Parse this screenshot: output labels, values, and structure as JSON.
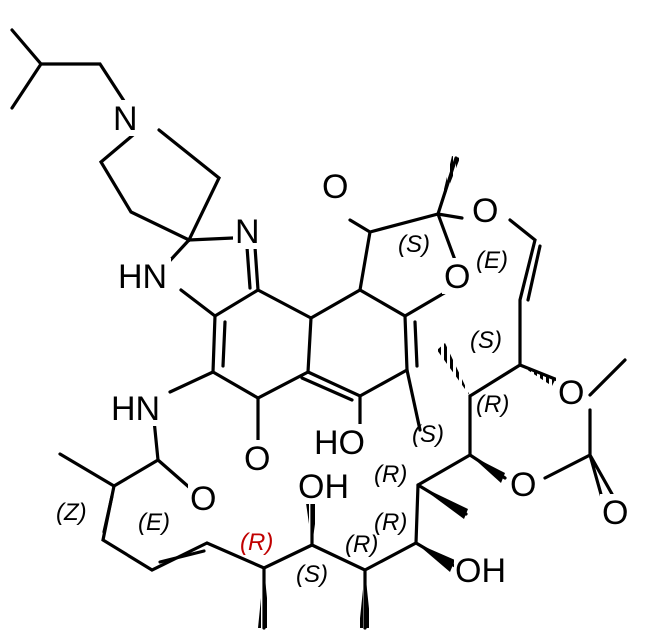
{
  "colors": {
    "ink": "#000000",
    "highlight_descriptor": "#c00000",
    "background": "#ffffff"
  },
  "atoms": {
    "n_piperidine": "N",
    "n_imine": "N",
    "hn_ring": "HN",
    "o_ketone_top": "O",
    "o_ether_top": "O",
    "o_furan": "O",
    "hn_amide": "HN",
    "o_quinone": "O",
    "oh_phenol": "HO",
    "oh_upper": "OH",
    "oh_lower": "OH",
    "o_amide": "O",
    "o_methoxy": "O",
    "o_acetate_ester": "O",
    "o_acetate_carbonyl": "O"
  },
  "stereo": {
    "s_spiro": "(S)",
    "e_enol": "(E)",
    "s_methoxy": "(S)",
    "r_acetate": "(R)",
    "s_mid": "(S)",
    "r_quat": "(R)",
    "r_oh": "(R)",
    "z_alkene": "(Z)",
    "e_alkene": "(E)",
    "r_red": "(R)",
    "r_lower": "(R)",
    "s_lower": "(S)"
  }
}
